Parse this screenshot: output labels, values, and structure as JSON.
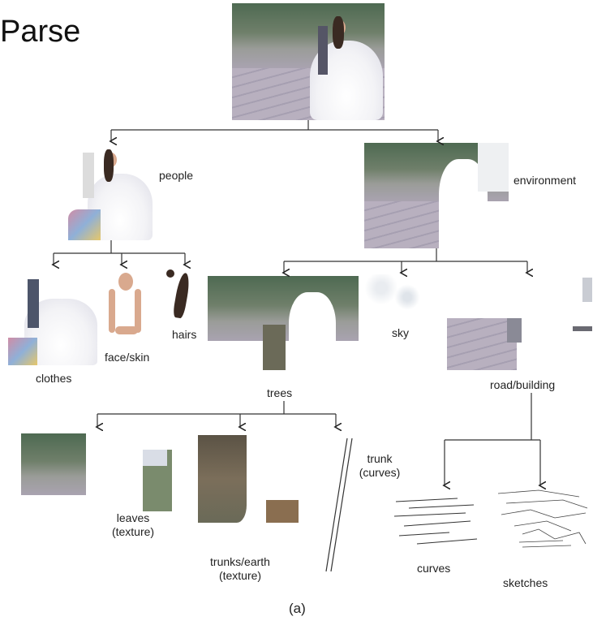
{
  "title": "Parse",
  "nodes": {
    "people": "people",
    "environment": "environment",
    "clothes": "clothes",
    "face_skin": "face/skin",
    "hairs": "hairs",
    "trees": "trees",
    "sky": "sky",
    "road_building": "road/building",
    "leaves": "leaves",
    "leaves_sub": "(texture)",
    "trunks_earth": "trunks/earth",
    "trunks_earth_sub": "(texture)",
    "trunk": "trunk",
    "trunk_sub": "(curves)",
    "curves": "curves",
    "sketches": "sketches"
  },
  "caption": "(a)"
}
